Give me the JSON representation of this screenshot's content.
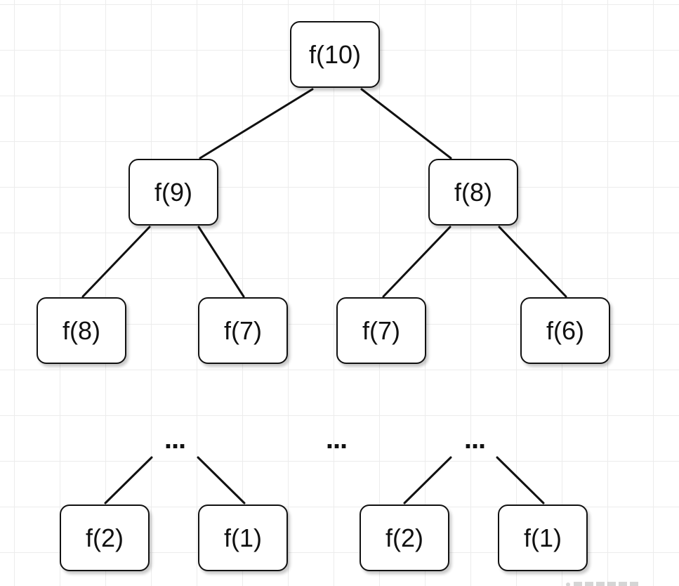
{
  "tree": {
    "nodes": {
      "root": "f(10)",
      "l1_left": "f(9)",
      "l1_right": "f(8)",
      "l2_a": "f(8)",
      "l2_b": "f(7)",
      "l2_c": "f(7)",
      "l2_d": "f(6)",
      "leaf_a": "f(2)",
      "leaf_b": "f(1)",
      "leaf_c": "f(2)",
      "leaf_d": "f(1)"
    },
    "ellipsis": "..."
  }
}
